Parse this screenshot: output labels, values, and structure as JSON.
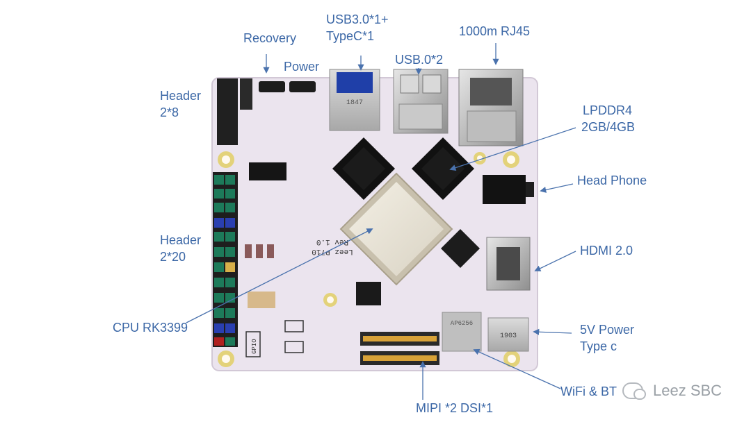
{
  "labels": {
    "usb3": "USB3.0*1+",
    "usb3_type_c": "TypeC*1",
    "recovery": "Recovery",
    "power": "Power",
    "usb20": "USB.0*2",
    "rj45": "1000m RJ45",
    "header_2x8": "Header",
    "header_2x8_size": "2*8",
    "lpddr4": "LPDDR4",
    "lpddr4_size": "2GB/4GB",
    "head_phone": "Head Phone",
    "header_2x20": "Header",
    "header_2x20_size": "2*20",
    "hdmi": "HDMI 2.0",
    "cpu": "CPU RK3399",
    "power_5v": "5V Power",
    "power_5v_type": "Type c",
    "wifi_bt": "WiFi & BT",
    "mipi": "MIPI *2 DSI*1"
  },
  "board_silk": {
    "model": "Leez P710",
    "rev": "Rev 1.0",
    "usb_c_code": "1903",
    "usb3_code": "1847",
    "gpio": "GPIO",
    "wifi_module": "AP6256"
  },
  "watermark": "Leez SBC",
  "colors": {
    "label": "#3b67a6",
    "pcb": "#ebe4ee",
    "arrow": "#4a72ad",
    "watermark": "#9aa0a6"
  }
}
